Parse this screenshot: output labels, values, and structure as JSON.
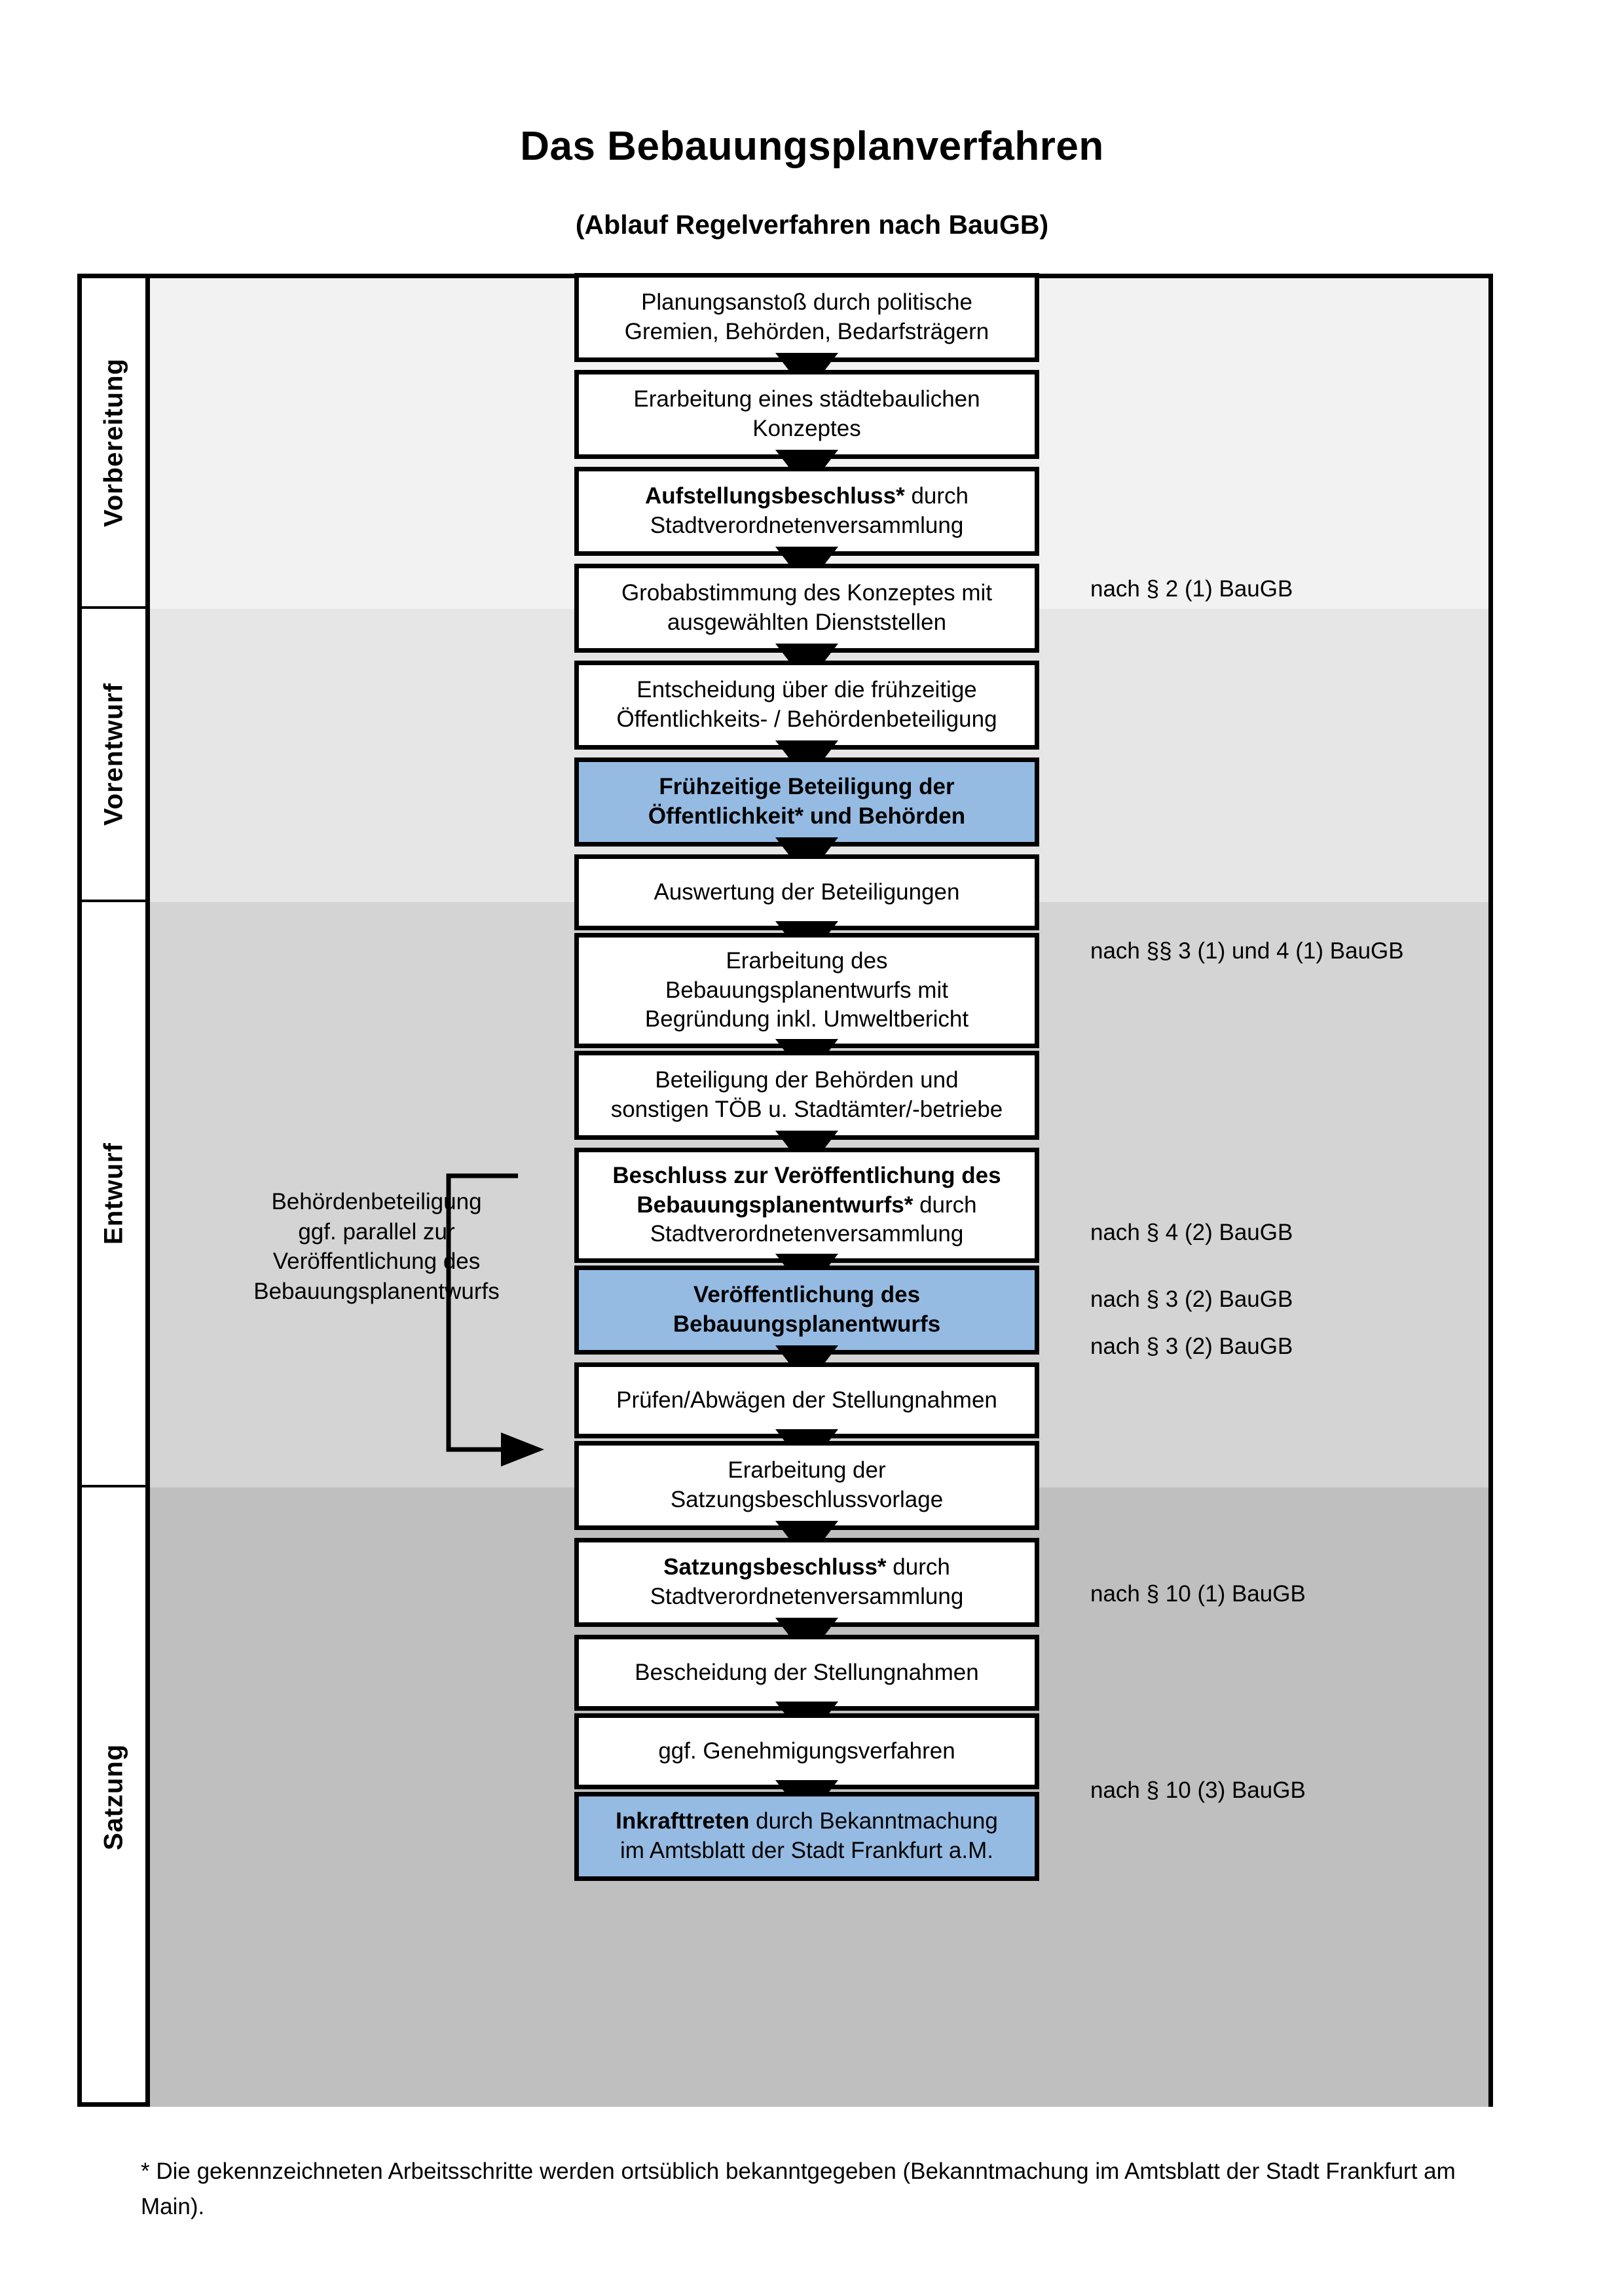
{
  "title": "Das Bebauungsplanverfahren",
  "subtitle": "(Ablauf Regelverfahren nach BauGB)",
  "colors": {
    "highlight_box": "#95bbe3",
    "band_vorbereitung": "#f2f2f2",
    "band_vorentwurf": "#e6e6e6",
    "band_entwurf": "#d4d4d4",
    "band_satzung": "#bfbfbf",
    "border": "#000000"
  },
  "phases": [
    {
      "label": "Vorbereitung",
      "background": "#f2f2f2"
    },
    {
      "label": "Vorentwurf",
      "background": "#e6e6e6"
    },
    {
      "label": "Entwurf",
      "background": "#d4d4d4"
    },
    {
      "label": "Satzung",
      "background": "#bfbfbf"
    }
  ],
  "steps": [
    {
      "id": "planungsanstoss",
      "lines": [
        "Planungsanstoß durch politische",
        "Gremien, Behörden, Bedarfsträgern"
      ],
      "bold_prefix": "",
      "highlight": false
    },
    {
      "id": "staedtebauliches-konzept",
      "lines": [
        "Erarbeitung eines städtebaulichen",
        "Konzeptes"
      ],
      "bold_prefix": "",
      "highlight": false
    },
    {
      "id": "aufstellungsbeschluss",
      "lines": [
        "Aufstellungsbeschluss* durch",
        "Stadtverordnetenversammlung"
      ],
      "bold_prefix": "Aufstellungsbeschluss*",
      "highlight": false
    },
    {
      "id": "grobabstimmung",
      "lines": [
        "Grobabstimmung des Konzeptes mit",
        "ausgewählten Dienststellen"
      ],
      "bold_prefix": "",
      "highlight": false
    },
    {
      "id": "entscheidung-beteiligung",
      "lines": [
        "Entscheidung über die frühzeitige",
        "Öffentlichkeits- / Behördenbeteiligung"
      ],
      "bold_prefix": "",
      "highlight": false
    },
    {
      "id": "fruehzeitige-beteiligung",
      "lines": [
        "Frühzeitige Beteiligung der",
        "Öffentlichkeit* und Behörden"
      ],
      "bold_prefix": "ALL",
      "highlight": true
    },
    {
      "id": "auswertung-beteiligungen",
      "lines": [
        "Auswertung der Beteiligungen"
      ],
      "bold_prefix": "",
      "highlight": false
    },
    {
      "id": "erarbeitung-entwurf",
      "lines": [
        "Erarbeitung des",
        "Bebauungsplanentwurfs mit",
        "Begründung inkl. Umweltbericht"
      ],
      "bold_prefix": "",
      "highlight": false
    },
    {
      "id": "beteiligung-behoerden",
      "lines": [
        "Beteiligung der Behörden und",
        "sonstigen TÖB u. Stadtämter/-betriebe"
      ],
      "bold_prefix": "",
      "highlight": false
    },
    {
      "id": "beschluss-veroeffentlichung",
      "lines": [
        "Beschluss zur Veröffentlichung des",
        "Bebauungsplanentwurfs* durch",
        "Stadtverordnetenversammlung"
      ],
      "bold_prefix": "Beschluss zur Veröffentlichung des Bebauungsplanentwurfs*",
      "highlight": false
    },
    {
      "id": "veroeffentlichung-entwurf",
      "lines": [
        "Veröffentlichung des",
        "Bebauungsplanentwurfs"
      ],
      "bold_prefix": "ALL",
      "highlight": true
    },
    {
      "id": "pruefen-abwaegen",
      "lines": [
        "Prüfen/Abwägen der Stellungnahmen"
      ],
      "bold_prefix": "",
      "highlight": false
    },
    {
      "id": "satzungsbeschlussvorlage",
      "lines": [
        "Erarbeitung der",
        "Satzungsbeschlussvorlage"
      ],
      "bold_prefix": "",
      "highlight": false
    },
    {
      "id": "satzungsbeschluss",
      "lines": [
        "Satzungsbeschluss* durch",
        "Stadtverordnetenversammlung"
      ],
      "bold_prefix": "Satzungsbeschluss*",
      "highlight": false
    },
    {
      "id": "bescheidung-stellungnahmen",
      "lines": [
        "Bescheidung der Stellungnahmen"
      ],
      "bold_prefix": "",
      "highlight": false
    },
    {
      "id": "genehmigungsverfahren",
      "lines": [
        "ggf. Genehmigungsverfahren"
      ],
      "bold_prefix": "",
      "highlight": false
    },
    {
      "id": "inkrafttreten",
      "lines": [
        "Inkrafttreten durch Bekanntmachung",
        "im Amtsblatt der Stadt Frankfurt a.M."
      ],
      "bold_prefix": "Inkrafttreten",
      "highlight": true
    }
  ],
  "side_note": {
    "lines": [
      "Behördenbeteiligung",
      "ggf. parallel zur",
      "Veröffentlichung des",
      "Bebauungsplanentwurfs"
    ]
  },
  "legal_refs": [
    {
      "id": "ref-par2-1",
      "text": "nach § 2 (1) BauGB"
    },
    {
      "id": "ref-par3-1-4-1",
      "text": "nach §§ 3 (1) und 4 (1) BauGB"
    },
    {
      "id": "ref-par4-2",
      "text": "nach § 4 (2) BauGB"
    },
    {
      "id": "ref-par3-2-a",
      "text": "nach § 3 (2) BauGB"
    },
    {
      "id": "ref-par3-2-b",
      "text": "nach § 3 (2) BauGB"
    },
    {
      "id": "ref-par10-1",
      "text": "nach § 10 (1) BauGB"
    },
    {
      "id": "ref-par10-3",
      "text": "nach § 10 (3) BauGB"
    }
  ],
  "footnote": "* Die gekennzeichneten Arbeitsschritte werden ortsüblich bekanntgegeben (Bekanntmachung im Amtsblatt  der Stadt Frankfurt am Main)."
}
